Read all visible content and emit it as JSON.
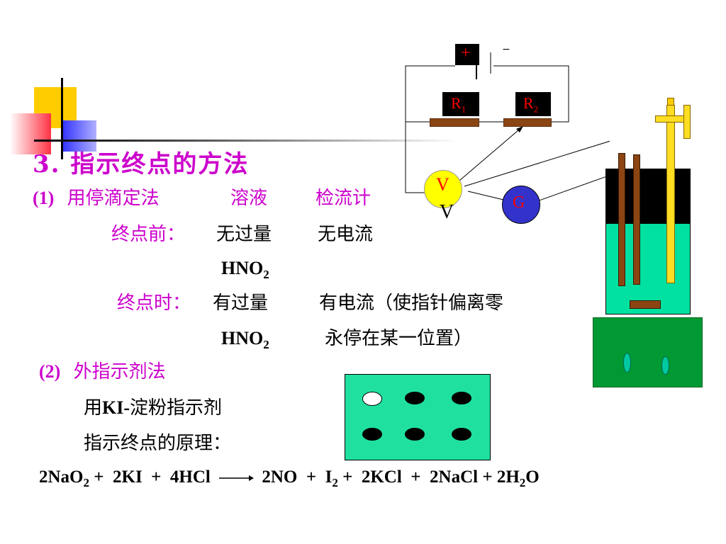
{
  "title": "3.  指示终点的方法",
  "method1": {
    "num": "(1)",
    "name": "用停滴定法",
    "col1": "溶液",
    "col2": "检流计"
  },
  "before": {
    "label": "终点前：",
    "state": "无过量",
    "current": "无电流",
    "reagent": "HNO",
    "sub": "2"
  },
  "at": {
    "label": "终点时：",
    "state": "有过量",
    "current": "有电流（使指针偏离零",
    "reagent": "HNO",
    "sub": "2",
    "note": "永停在某一位置）"
  },
  "method2": {
    "num": "(2)",
    "name": "外指示剂法"
  },
  "indicator": {
    "pre": "用",
    "ki": "KI-",
    "post": "淀粉指示剂"
  },
  "principle": "指示终点的原理：",
  "equation": {
    "t1": "2NaO",
    "s1": "2",
    "t2": " +  2KI  +  4HCl",
    "t3": "2NO  +  I",
    "s3": "2",
    "t4": " +  2KCl  +  2NaCl + 2H",
    "s4": "2",
    "t5": "O"
  },
  "circuit": {
    "plus": "+",
    "minus": "−",
    "r1": "R",
    "r1_sub": "1",
    "r2": "R",
    "r2_sub": "2",
    "voltmeter": "V",
    "voltmeter_below": "V",
    "galvanometer": "G"
  },
  "spot_plate": {
    "spots": [
      "white",
      "black",
      "black",
      "black",
      "black",
      "black"
    ]
  },
  "colors": {
    "accent": "#cc00cc",
    "solution": "#00e0a0",
    "plate": "#20e0a0",
    "stand": "#009933"
  }
}
